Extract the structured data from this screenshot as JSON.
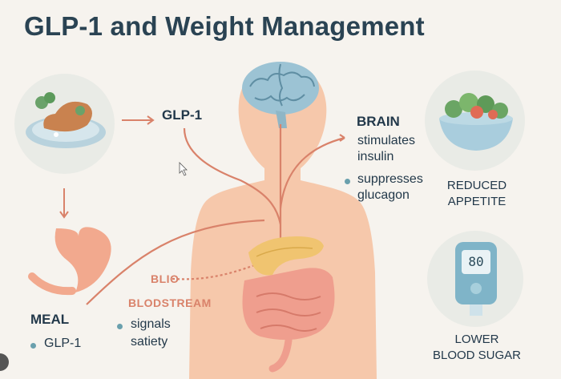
{
  "title": "GLP-1 and Weight Management",
  "labels": {
    "glp1_top": "GLP-1",
    "brain": "BRAIN",
    "stimulates_1": "stimulates",
    "stimulates_2": "insulin",
    "suppresses_1": "suppresses",
    "suppresses_2": "glucagon",
    "reduced_1": "REDUCED",
    "reduced_2": "APPETITE",
    "lower_1": "LOWER",
    "lower_2": "BLOOD SUGAR",
    "meal": "MEAL",
    "glp1_bottom": "GLP-1",
    "blood_top": "BLIO",
    "bloodstream": "BLODSTREAM",
    "signals_1": "signals",
    "signals_2": "satiety",
    "meter_reading": "80"
  },
  "colors": {
    "accent_red": "#d9826a",
    "brain_blue": "#8fb9cc",
    "skin": "#f5c7a8",
    "pancreas": "#f0c470"
  },
  "icons": [
    "meal-plate-icon",
    "stomach-icon",
    "brain-icon",
    "salad-bowl-icon",
    "glucose-meter-icon",
    "pancreas-icon",
    "intestines-icon",
    "cursor-icon"
  ]
}
